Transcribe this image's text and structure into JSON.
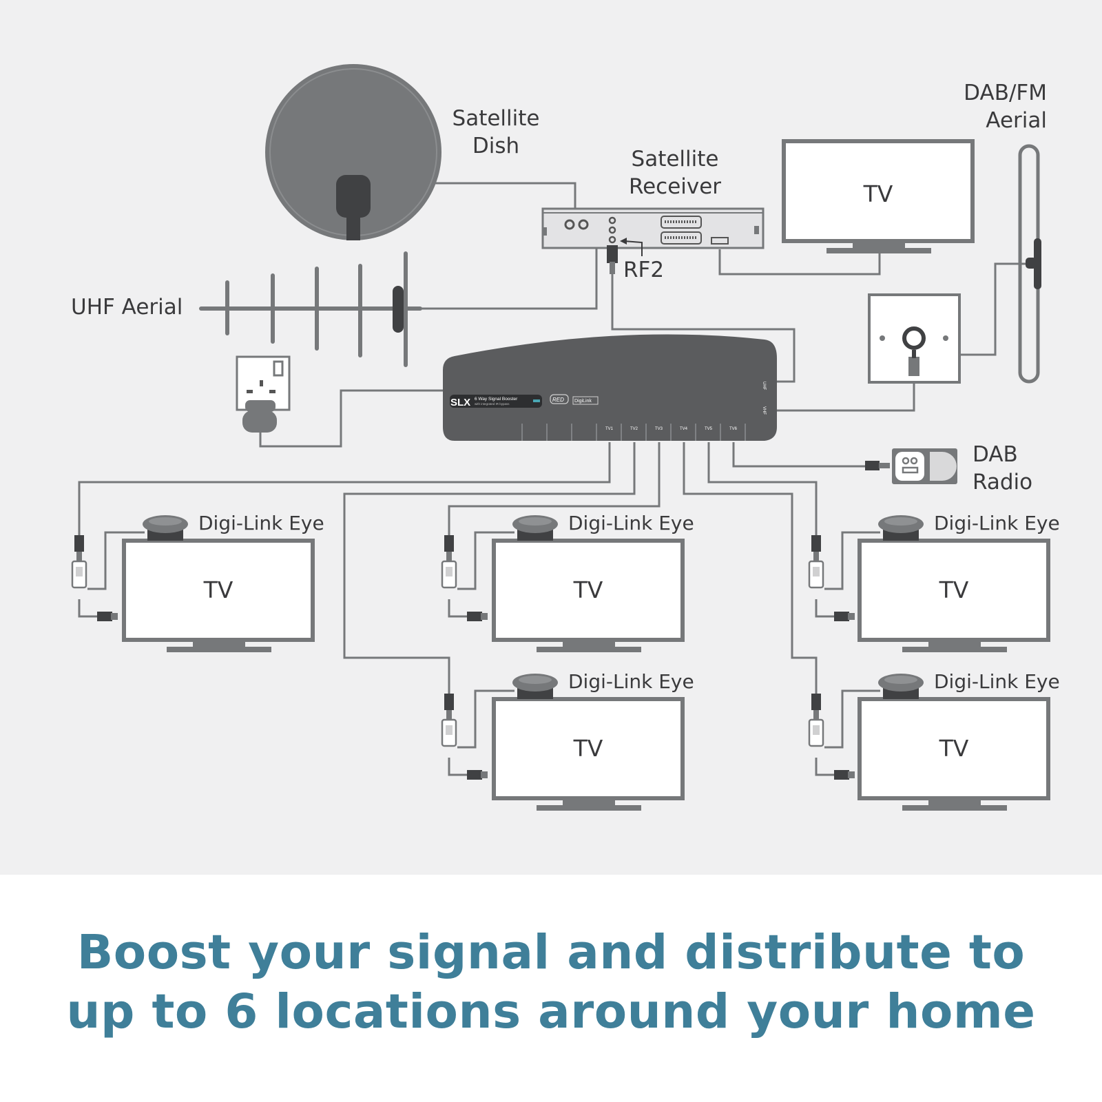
{
  "labels": {
    "satellite_dish": [
      "Satellite",
      "Dish"
    ],
    "satellite_receiver": [
      "Satellite",
      "Receiver"
    ],
    "dab_fm_aerial": [
      "DAB/FM",
      "Aerial"
    ],
    "uhf_aerial": "UHF Aerial",
    "rf2": "RF2",
    "dab_radio": [
      "DAB",
      "Radio"
    ],
    "digi_link_eye": "Digi-Link Eye",
    "tv": "TV"
  },
  "booster": {
    "brand": "SLX",
    "product": "6 Way Signal Booster",
    "subtitle": "with integrated IR bypass",
    "badge_red": "RED",
    "badge_digilink": "DigiLink",
    "inputs": [
      "UHF",
      "VHF"
    ],
    "outputs": [
      "TV1",
      "TV2",
      "TV3",
      "TV4",
      "TV5",
      "TV6"
    ]
  },
  "caption": [
    "Boost your signal and distribute to",
    "up to 6 locations around your home"
  ],
  "colors": {
    "panel_bg": "#f0f0f1",
    "device_gray": "#76787a",
    "booster_body": "#5b5c5e",
    "caption_blue": "#3f7f99"
  }
}
